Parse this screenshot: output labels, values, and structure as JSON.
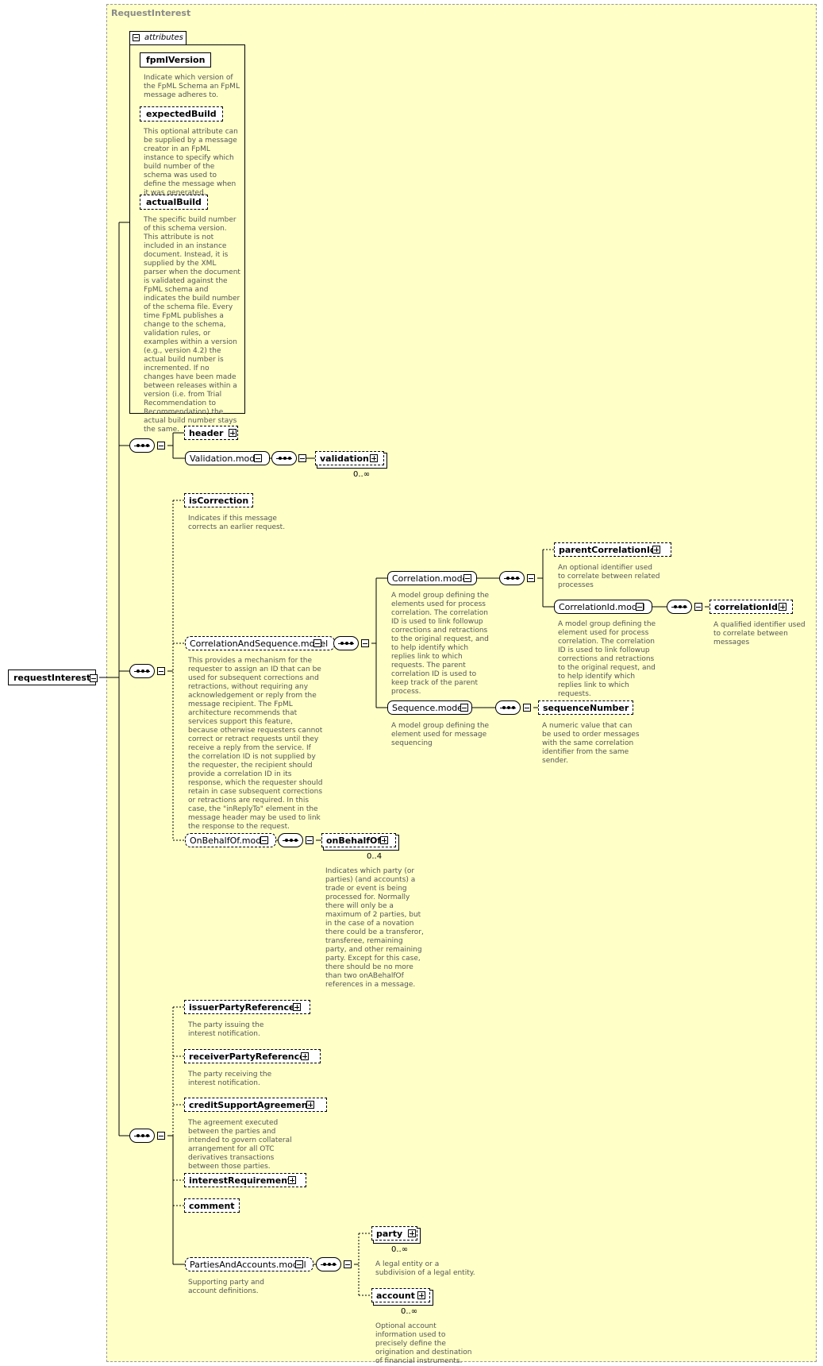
{
  "diagram": {
    "panel_title": "RequestInterest",
    "root": "requestInterest",
    "attributes_label": "attributes",
    "attributes": [
      {
        "name": "fpmlVersion",
        "desc": "Indicate which version of the FpML Schema an FpML message adheres to."
      },
      {
        "name": "expectedBuild",
        "desc": "This optional attribute can be supplied by a message creator in an FpML instance to specify which build number of the schema was used to define the message when it was generated."
      },
      {
        "name": "actualBuild",
        "desc": "The specific build number of this schema version. This attribute is not included in an instance document. Instead, it is supplied by the XML parser when the document is validated against the FpML schema and indicates the build number of the schema file. Every time FpML publishes a change to the schema, validation rules, or examples within a version (e.g., version 4.2) the actual build number is incremented. If no changes have been made between releases within a version (i.e. from Trial Recommendation to Recommendation) the actual build number stays the same."
      }
    ],
    "header": "header",
    "validation_model": "Validation.model",
    "validation": "validation",
    "validation_card": "0..∞",
    "isCorrection": {
      "name": "isCorrection",
      "desc": "Indicates if this message corrects an earlier request."
    },
    "correlation_and_sequence": {
      "name": "CorrelationAndSequence.model",
      "desc": "This provides a mechanism for the requester to assign an ID that can be used for subsequent corrections and retractions, without requiring any acknowledgement or reply from the message recipient. The FpML architecture recommends that services support this feature, because otherwise requesters cannot correct or retract requests until they receive a reply from the service. If the correlation ID is not supplied by the requester, the recipient should provide a correlation ID in its response, which the requester should retain in case subsequent corrections or retractions are required. In this case, the \"inReplyTo\" element in the message header may be used to link the response to the request."
    },
    "correlation_model": {
      "name": "Correlation.model",
      "desc": "A model group defining the elements used for process correlation. The correlation ID is used to link followup corrections and retractions to the original request, and to help identify which replies link to which requests. The parent correlation ID is used to keep track of the parent process."
    },
    "parent_correlation_id": {
      "name": "parentCorrelationId",
      "desc": "An optional identifier used to correlate between related processes"
    },
    "correlation_id_model": {
      "name": "CorrelationId.model",
      "desc": "A model group defining the element used for process correlation. The correlation ID is used to link followup corrections and retractions to the original request, and to help identify which replies link to which requests."
    },
    "correlation_id": {
      "name": "correlationId",
      "desc": "A qualified identifier used to correlate between messages"
    },
    "sequence_model": {
      "name": "Sequence.model",
      "desc": "A model group defining the element used for message sequencing"
    },
    "sequence_number": {
      "name": "sequenceNumber",
      "desc": "A numeric value that can be used to order messages with the same correlation identifier from the same sender."
    },
    "on_behalf_of_model": "OnBehalfOf.model",
    "on_behalf_of": {
      "name": "onBehalfOf",
      "card": "0..4",
      "desc": "Indicates which party (or parties) (and accounts) a trade or event is being processed for. Normally there will only be a maximum of 2 parties, but in the case of a novation there could be a transferor, transferee, remaining party, and other remaining party. Except for this case, there should be no more than two onABehalfOf references in a message."
    },
    "issuer_party_reference": {
      "name": "issuerPartyReference",
      "desc": "The party issuing the interest notification."
    },
    "receiver_party_reference": {
      "name": "receiverPartyReference",
      "desc": "The party receiving the interest notification."
    },
    "credit_support_agreement": {
      "name": "creditSupportAgreement",
      "desc": "The agreement executed between the parties and intended to govern collateral arrangement for all OTC derivatives transactions between those parties."
    },
    "interest_requirement": {
      "name": "interestRequirement"
    },
    "comment": {
      "name": "comment"
    },
    "parties_and_accounts_model": {
      "name": "PartiesAndAccounts.model",
      "desc": "Supporting party and account definitions."
    },
    "party": {
      "name": "party",
      "card": "0..∞",
      "desc": "A legal entity or a subdivision of a legal entity."
    },
    "account": {
      "name": "account",
      "card": "0..∞",
      "desc": "Optional account information used to precisely define the origination and destination of financial instruments."
    }
  }
}
